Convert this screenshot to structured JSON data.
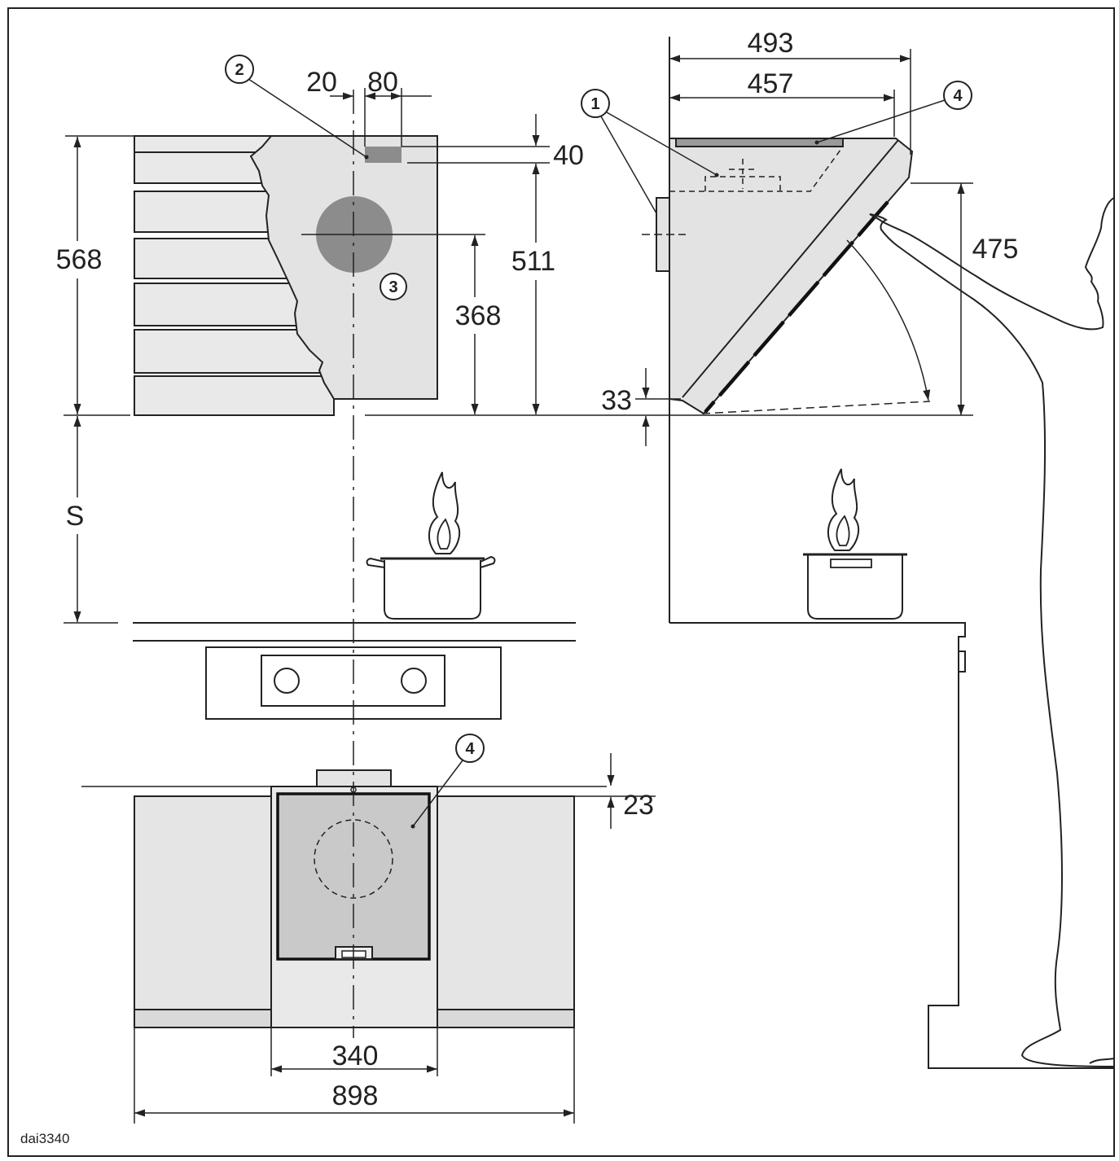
{
  "callouts": {
    "callout_1": "1",
    "callout_2": "2",
    "callout_3": "3",
    "callout_4_side": "4",
    "callout_4_bottom": "4"
  },
  "dimensions": {
    "dim_20": "20",
    "dim_80": "80",
    "dim_40": "40",
    "dim_568": "568",
    "dim_511": "511",
    "dim_368": "368",
    "dim_s": "S",
    "dim_493": "493",
    "dim_457": "457",
    "dim_475": "475",
    "dim_33": "33",
    "dim_23": "23",
    "dim_340": "340",
    "dim_898": "898"
  },
  "figure_code": "dai3340",
  "colors": {
    "panel": "#e3e3e3",
    "wall": "#e9e9e9",
    "dark": "#8c8c8c",
    "filter": "#c9c9c9",
    "ink": "#222222"
  }
}
